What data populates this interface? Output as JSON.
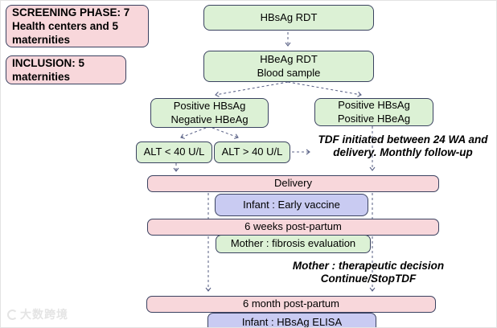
{
  "colors": {
    "green": "#dcf1d5",
    "pink": "#f8d7db",
    "purple": "#c9cbf2",
    "border": "#3a4260",
    "arrow": "#5c6488",
    "watermark": "#e4e4e4"
  },
  "sidebar": {
    "screening_lines": [
      "SCREENING PHASE: 7",
      "Health centers and 5",
      "maternities"
    ],
    "inclusion_lines": [
      "INCLUSION: 5",
      "maternities"
    ]
  },
  "flow": {
    "hbsag_rdt": "HBsAg RDT",
    "hbeag_rdt_lines": [
      "HBeAg RDT",
      "Blood sample"
    ],
    "pos_neg_lines": [
      "Positive HBsAg",
      "Negative HBeAg"
    ],
    "pos_pos_lines": [
      "Positive HBsAg",
      "Positive HBeAg"
    ],
    "alt_low": "ALT < 40 U/L",
    "alt_high": "ALT > 40 U/L",
    "delivery": "Delivery",
    "infant_vaccine": "Infant : Early vaccine",
    "six_weeks": "6 weeks post-partum",
    "mother_fibrosis": "Mother : fibrosis evaluation",
    "six_month": "6 month post-partum",
    "infant_elisa": "Infant : HBsAg ELISA"
  },
  "notes": {
    "tdf_lines": [
      "TDF initiated between 24 WA and",
      "delivery. Monthly follow-up"
    ],
    "decision_lines": [
      "Mother : therapeutic decision",
      "Continue/StopTDF"
    ]
  },
  "watermark": {
    "text": "大数跨境"
  }
}
